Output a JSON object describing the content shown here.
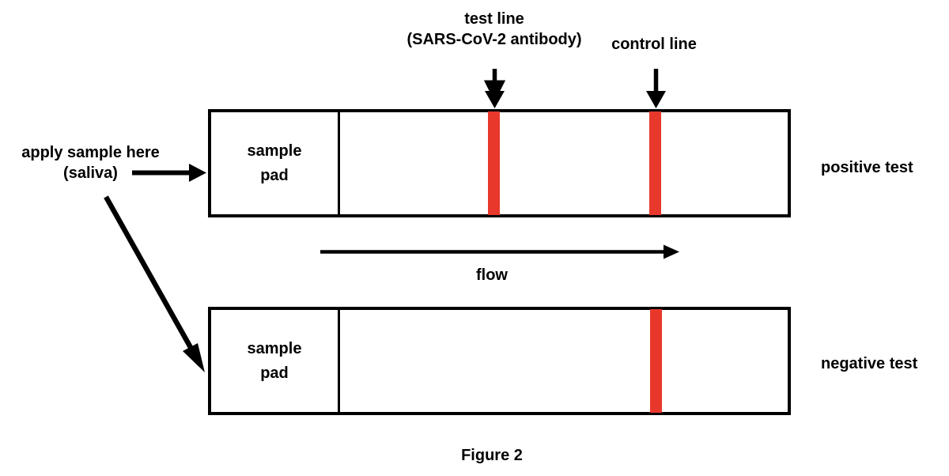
{
  "figure": {
    "caption": "Figure 2",
    "background_color": "#ffffff",
    "line_color": "#000000",
    "band_color": "#E8382B"
  },
  "annotations": {
    "test_line_label": "test line\n(SARS-CoV-2 antibody)",
    "control_line_label": "control line",
    "apply_sample_label": "apply sample here\n(saliva)",
    "flow_label": "flow"
  },
  "strips": [
    {
      "id": "positive",
      "result_label": "positive test",
      "sample_pad_label": "sample\npad",
      "bands": [
        {
          "name": "test-line",
          "color": "#E8382B",
          "visible": true
        },
        {
          "name": "control-line",
          "color": "#E8382B",
          "visible": true
        }
      ]
    },
    {
      "id": "negative",
      "result_label": "negative test",
      "sample_pad_label": "sample\npad",
      "bands": [
        {
          "name": "test-line",
          "color": "#E8382B",
          "visible": false
        },
        {
          "name": "control-line",
          "color": "#E8382B",
          "visible": true
        }
      ]
    }
  ],
  "chart_data": {
    "type": "diagram",
    "title": "Figure 2",
    "subject": "Lateral flow rapid antigen/antibody test strip",
    "elements": [
      "test line (SARS-CoV-2 antibody)",
      "control line",
      "sample pad",
      "apply sample here (saliva)",
      "flow",
      "positive test",
      "negative test"
    ]
  }
}
